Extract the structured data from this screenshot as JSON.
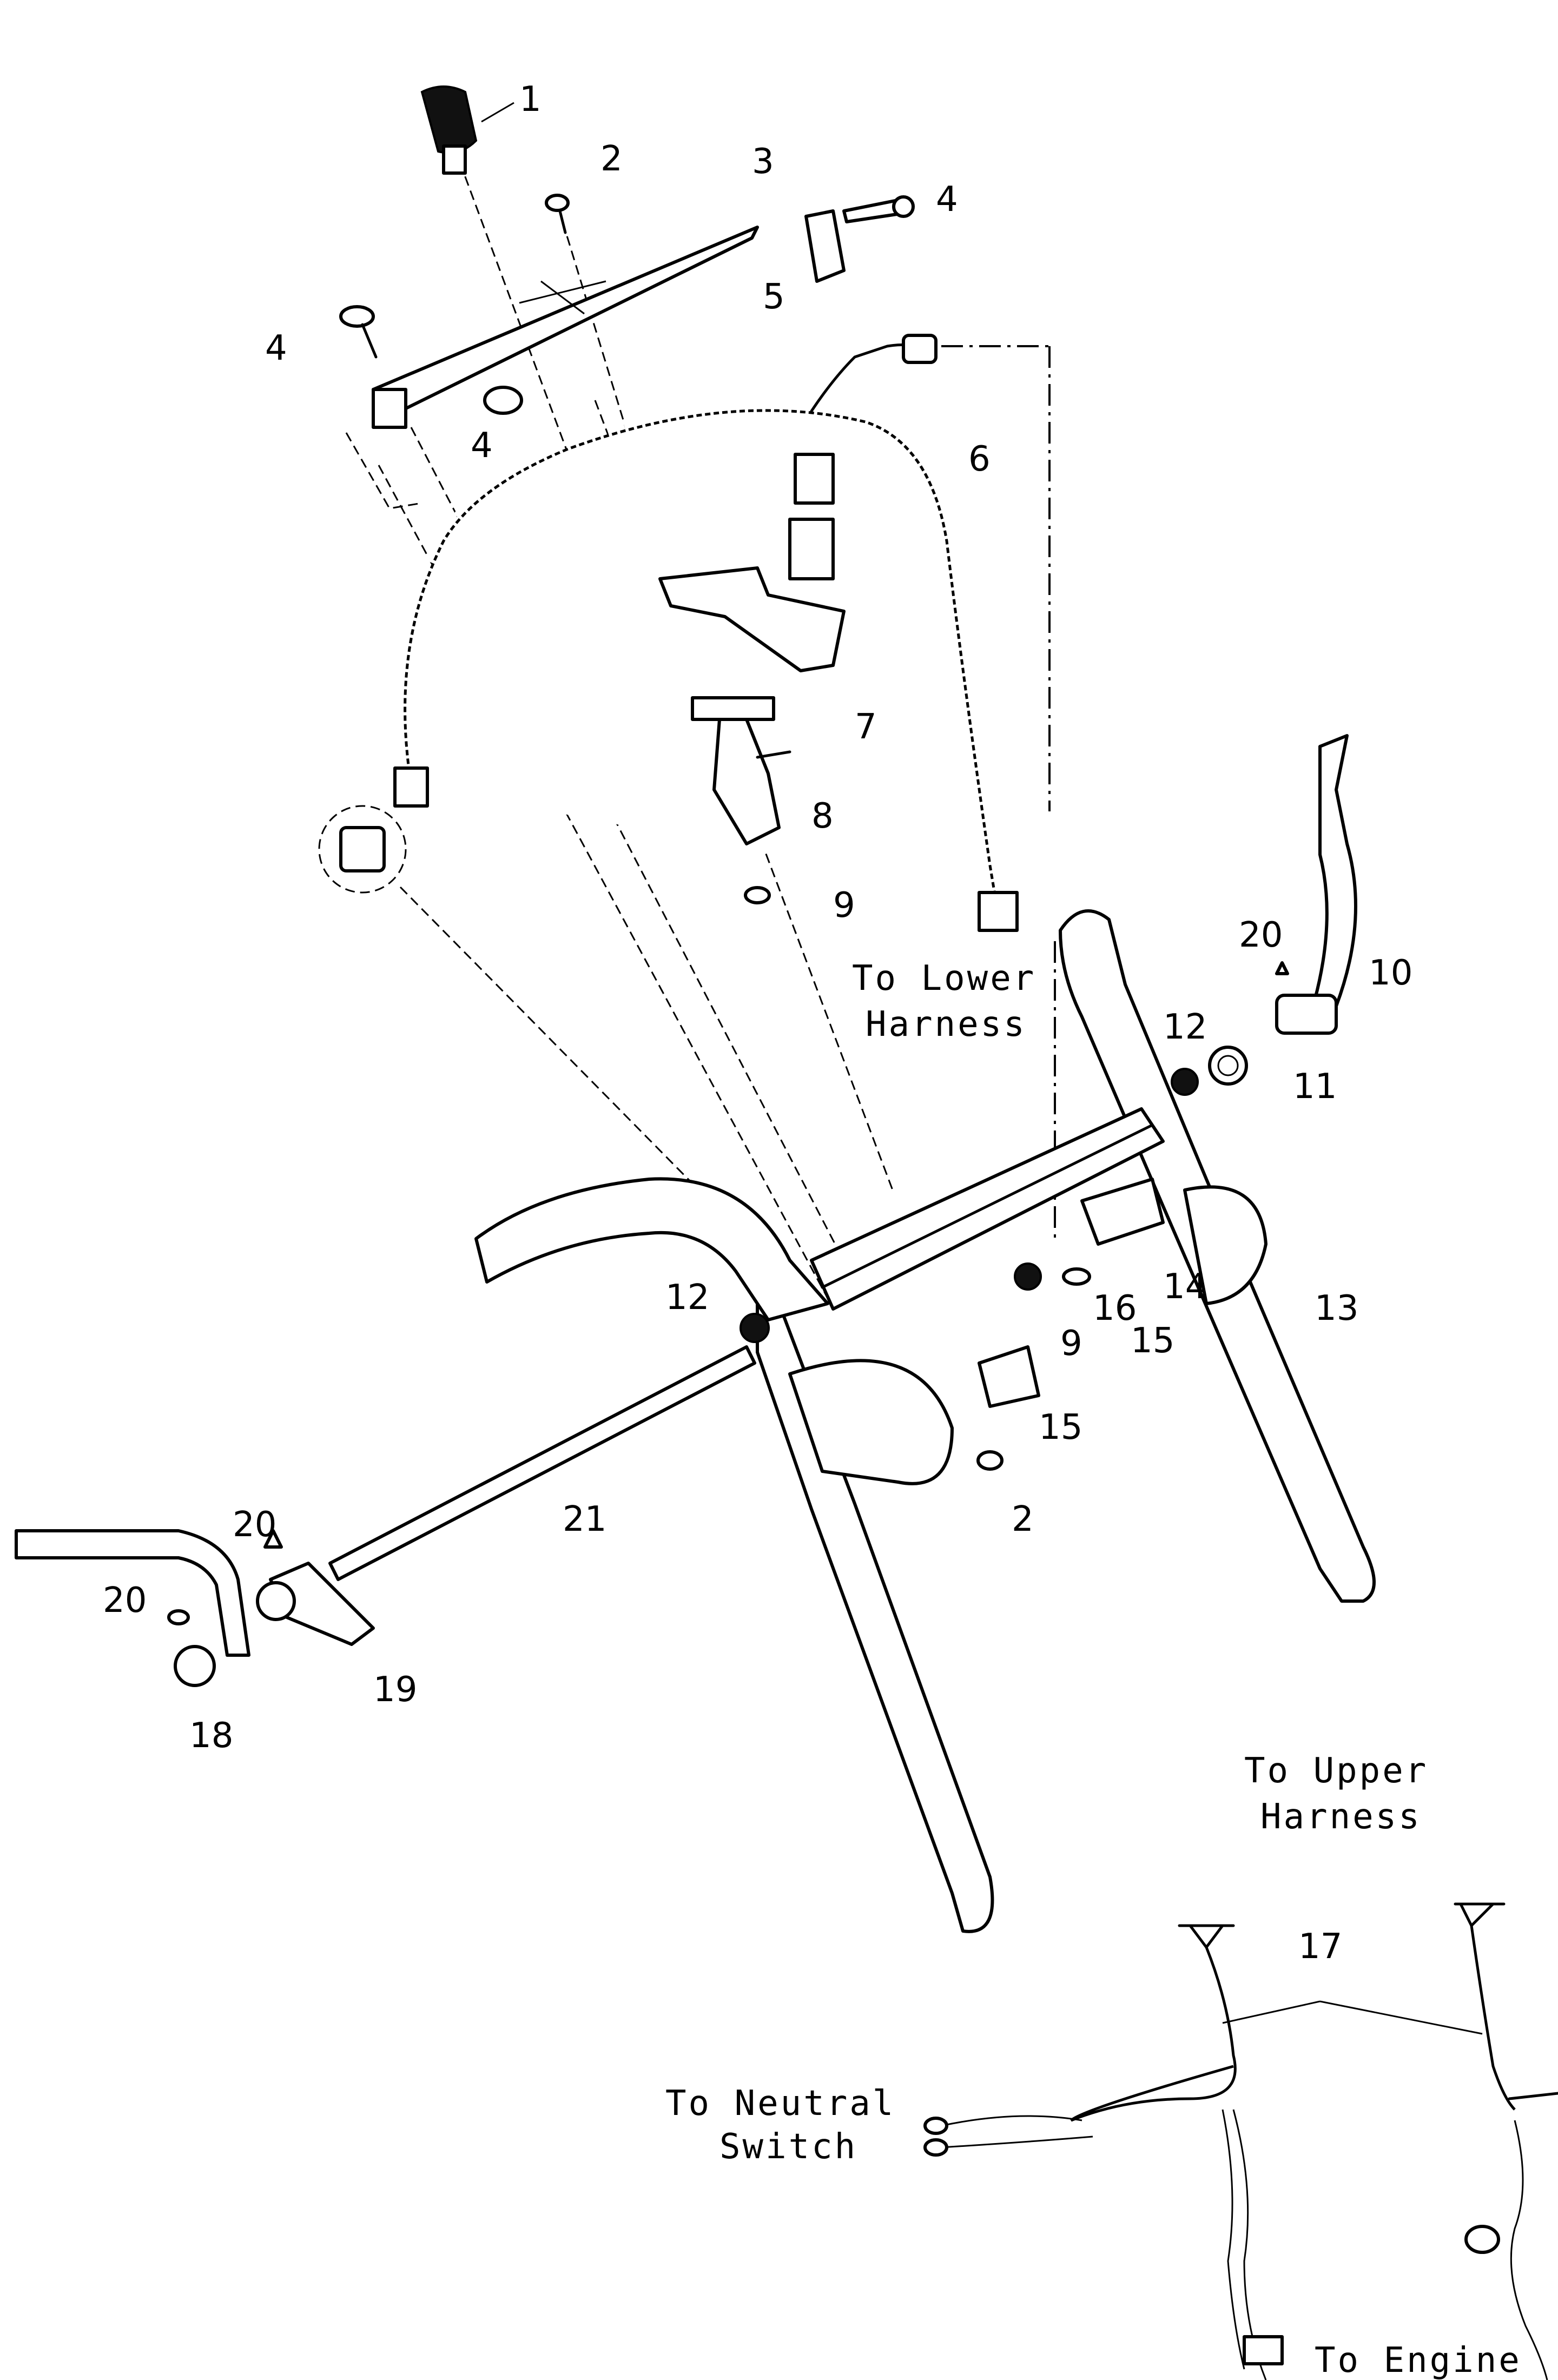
{
  "parts": {
    "p1": "1",
    "p2a": "2",
    "p2b": "2",
    "p3": "3",
    "p4a": "4",
    "p4b": "4",
    "p4c": "4",
    "p5": "5",
    "p6": "6",
    "p7": "7",
    "p8": "8",
    "p9a": "9",
    "p9b": "9",
    "p10": "10",
    "p11": "11",
    "p12a": "12",
    "p12b": "12",
    "p13": "13",
    "p14": "14",
    "p15a": "15",
    "p15b": "15",
    "p16": "16",
    "p17": "17",
    "p18": "18",
    "p19": "19",
    "p20a": "20",
    "p20b": "20",
    "p20c": "20",
    "p21": "21"
  },
  "callouts": {
    "lower_harness_1": "To Lower",
    "lower_harness_2": "Harness",
    "upper_harness_1": "To Upper",
    "upper_harness_2": "Harness",
    "neutral_switch_1": "To Neutral",
    "neutral_switch_2": "Switch",
    "engine": "To Engine"
  }
}
